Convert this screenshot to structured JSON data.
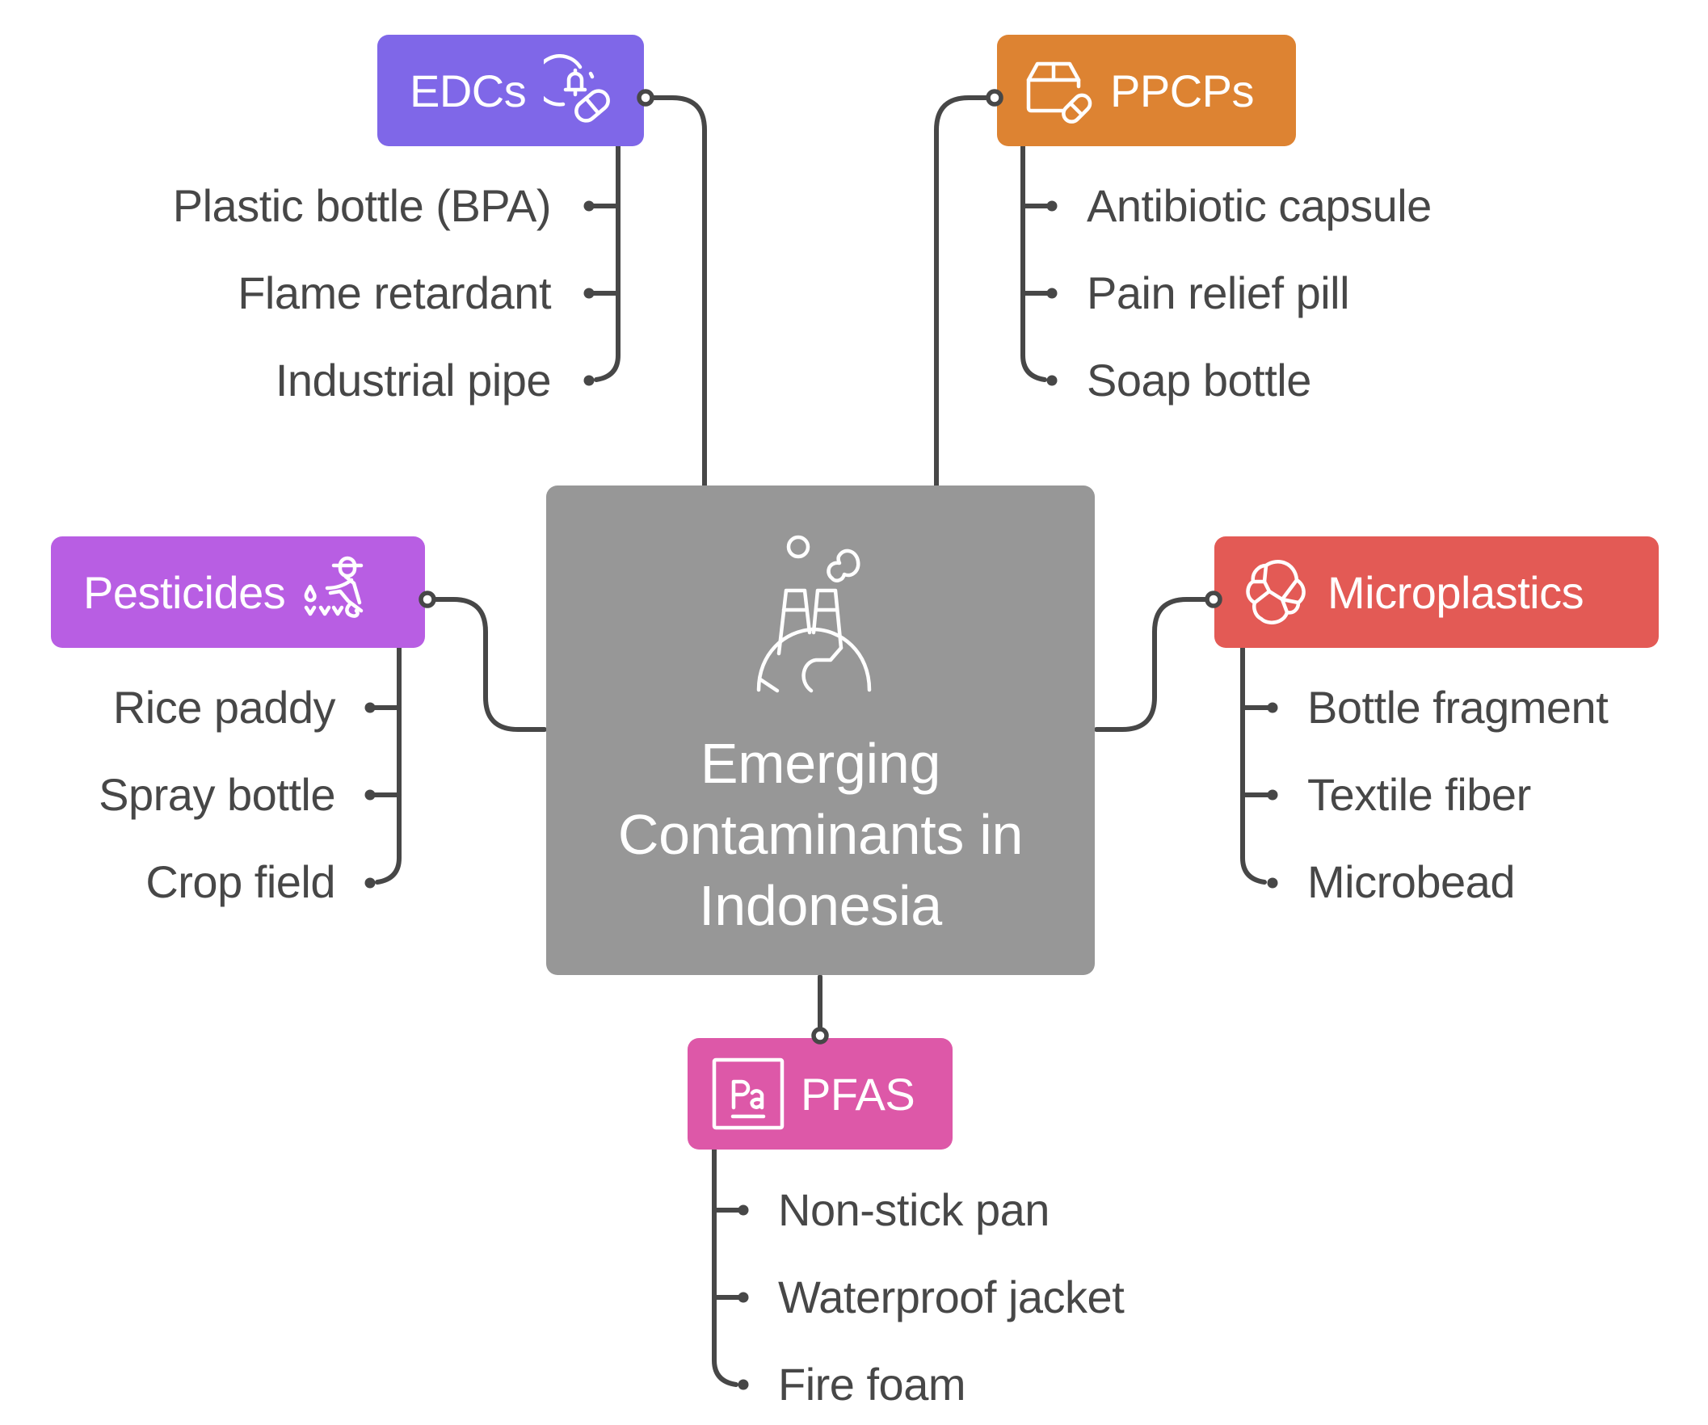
{
  "diagram": {
    "type": "mind-map",
    "center": {
      "title": "Emerging Contaminants in Indonesia",
      "icon": "factory-pollution-icon",
      "color": "#979797"
    },
    "connector_color": "#474747",
    "text_color": "#474747",
    "categories": [
      {
        "id": "edcs",
        "label": "EDCs",
        "icon": "bell-pill-icon",
        "color": "#7F67E8",
        "items": [
          "Plastic bottle (BPA)",
          "Flame retardant",
          "Industrial pipe"
        ]
      },
      {
        "id": "ppcps",
        "label": "PPCPs",
        "icon": "box-pill-icon",
        "color": "#DD8332",
        "items": [
          "Antibiotic capsule",
          "Pain relief pill",
          "Soap bottle"
        ]
      },
      {
        "id": "pesticides",
        "label": "Pesticides",
        "icon": "farmer-spraying-icon",
        "color": "#B85EE3",
        "items": [
          "Rice paddy",
          "Spray bottle",
          "Crop field"
        ]
      },
      {
        "id": "microplastics",
        "label": "Microplastics",
        "icon": "particle-cluster-icon",
        "color": "#E35A55",
        "items": [
          "Bottle fragment",
          "Textile fiber",
          "Microbead"
        ]
      },
      {
        "id": "pfas",
        "label": "PFAS",
        "icon": "periodic-element-pa-icon",
        "color": "#DD58A8",
        "items": [
          "Non-stick pan",
          "Waterproof jacket",
          "Fire foam"
        ]
      }
    ]
  }
}
